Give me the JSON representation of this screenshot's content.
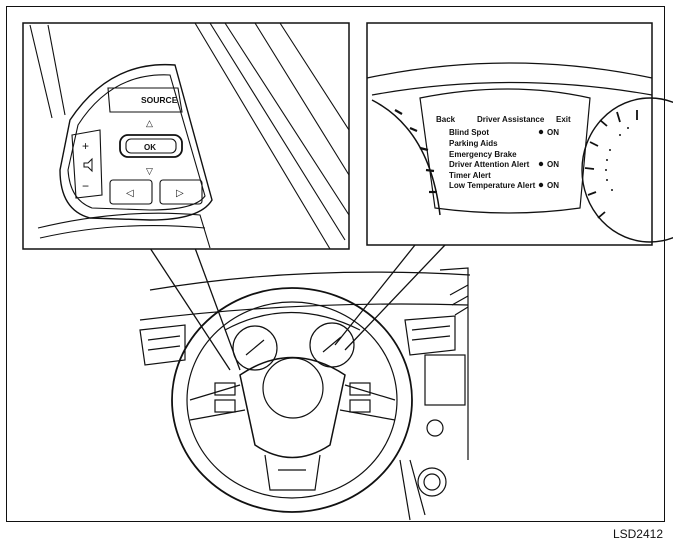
{
  "controls": {
    "source_label": "SOURCE",
    "ok_label": "OK",
    "plus_symbol": "+",
    "minus_symbol": "−",
    "up_arrow": "△",
    "down_arrow": "▽",
    "left_arrow": "◁",
    "right_arrow": "▷"
  },
  "display": {
    "back_label": "Back",
    "title": "Driver Assistance",
    "exit_label": "Exit",
    "menu_items": [
      {
        "label": "Blind Spot",
        "status": "ON"
      },
      {
        "label": "Parking Aids",
        "status": ""
      },
      {
        "label": "Emergency Brake",
        "status": ""
      },
      {
        "label": "Driver Attention Alert",
        "status": "ON"
      },
      {
        "label": "Timer Alert",
        "status": ""
      },
      {
        "label": "Low Temperature Alert",
        "status": "ON"
      }
    ]
  },
  "figure_code": "LSD2412",
  "colors": {
    "ink": "#111111",
    "paper": "#ffffff"
  }
}
